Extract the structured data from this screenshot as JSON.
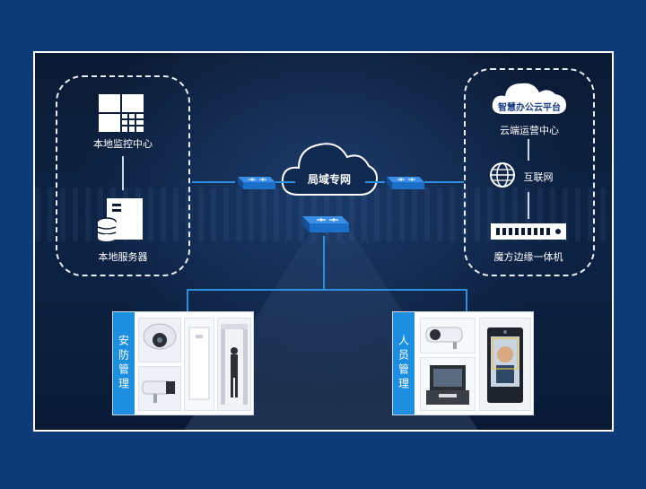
{
  "left_group": {
    "monitor_center_label": "本地监控中心",
    "server_label": "本地服务器"
  },
  "right_group": {
    "cloud_platform_label": "智慧办公云平台",
    "cloud_ops_label": "云端运营中心",
    "internet_label": "互联网",
    "edge_device_label": "魔方边缘一体机"
  },
  "center": {
    "lan_label": "局域专网"
  },
  "bottom": {
    "security_tab": "安防管理",
    "personnel_tab": "人员管理"
  },
  "colors": {
    "line_blue": "#2d8fe0",
    "tab_blue": "#1d8fe0",
    "switch_blue": "#1c6fc8"
  }
}
